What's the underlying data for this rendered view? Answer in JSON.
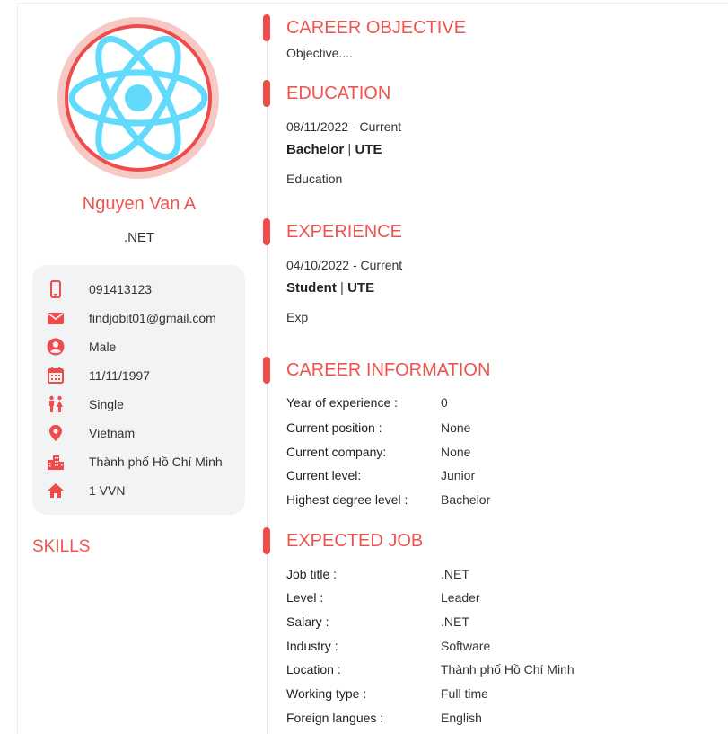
{
  "profile": {
    "name": "Nguyen Van A",
    "title": ".NET"
  },
  "contact": [
    {
      "icon": "phone-icon",
      "value": "091413123"
    },
    {
      "icon": "email-icon",
      "value": "findjobit01@gmail.com"
    },
    {
      "icon": "gender-icon",
      "value": "Male"
    },
    {
      "icon": "calendar-icon",
      "value": "11/11/1997"
    },
    {
      "icon": "marital-status-icon",
      "value": "Single"
    },
    {
      "icon": "location-pin-icon",
      "value": "Vietnam"
    },
    {
      "icon": "city-icon",
      "value": "Thành phố Hồ Chí Minh"
    },
    {
      "icon": "home-icon",
      "value": "1 VVN"
    }
  ],
  "skills": {
    "title": "SKILLS"
  },
  "objective": {
    "title": "CAREER OBJECTIVE",
    "text": "Objective...."
  },
  "education": {
    "title": "EDUCATION",
    "period": "08/11/2022 - Current",
    "degree": "Bachelor",
    "separator": "|",
    "school": "UTE",
    "description": "Education"
  },
  "experience": {
    "title": "EXPERIENCE",
    "period": "04/10/2022 - Current",
    "position": "Student",
    "separator": "|",
    "company": "UTE",
    "description": "Exp"
  },
  "career_info": {
    "title": "CAREER INFORMATION",
    "rows": [
      {
        "label": "Year of experience :",
        "value": "0"
      },
      {
        "label": "Current position :",
        "value": "None"
      },
      {
        "label": "Current company:",
        "value": "None"
      },
      {
        "label": "Current level:",
        "value": "Junior"
      },
      {
        "label": "Highest degree level :",
        "value": "Bachelor"
      }
    ]
  },
  "expected_job": {
    "title": "EXPECTED JOB",
    "rows": [
      {
        "label": "Job title :",
        "value": ".NET"
      },
      {
        "label": "Level :",
        "value": "Leader"
      },
      {
        "label": "Salary :",
        "value": ".NET"
      },
      {
        "label": "Industry :",
        "value": "Software"
      },
      {
        "label": "Location :",
        "value": "Thành phố Hồ Chí Minh"
      },
      {
        "label": "Working type :",
        "value": "Full time"
      },
      {
        "label": "Foreign langues :",
        "value": "English"
      }
    ]
  },
  "colors": {
    "accent": "#ef5350",
    "avatar_ring": "#f7c9c4",
    "react_blue": "#61dafb",
    "card_bg": "#f2f3f5"
  }
}
